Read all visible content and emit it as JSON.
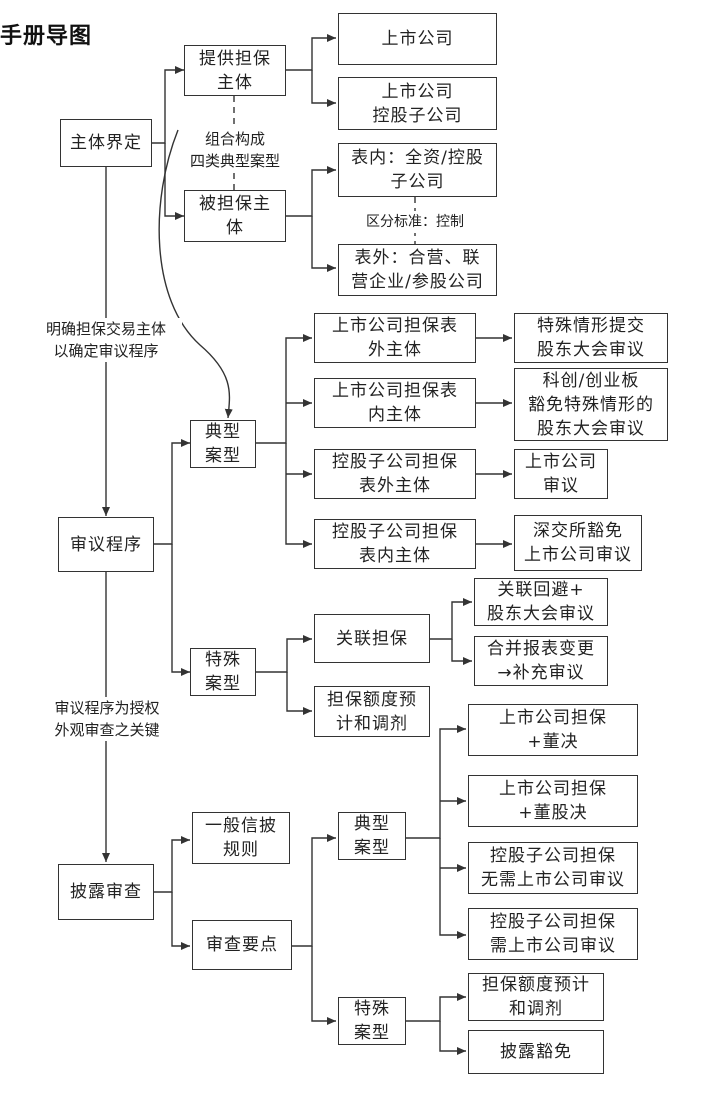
{
  "title": "手册导图",
  "boxes": {
    "zhuti": "主体界定",
    "tigong": "提供担保\n主体",
    "beidanbao": "被担保主\n体",
    "ssgs1": "上市公司",
    "ssgs2": "上市公司\n控股子公司",
    "biaonei": "表内：全资/控股\n子公司",
    "biaowai": "表外：合营、联\n营企业/参股公司",
    "shenyi": "审议程序",
    "dianxing1": "典型\n案型",
    "teshu1": "特殊\n案型",
    "sswai": "上市公司担保表\n外主体",
    "ssnei": "上市公司担保表\n内主体",
    "kgwai": "控股子公司担保\n表外主体",
    "kgnei": "控股子公司担保\n表内主体",
    "r1": "特殊情形提交\n股东大会审议",
    "r2": "科创/创业板\n豁免特殊情形的\n股东大会审议",
    "r3": "上市公司\n审议",
    "r4": "深交所豁免\n上市公司审议",
    "guanlian": "关联担保",
    "edu": "担保额度预\n计和调剂",
    "hy": "关联回避+\n股东大会审议",
    "hb": "合并报表变更\n→补充审议",
    "pilu": "披露审查",
    "yiban": "一般信披\n规则",
    "shencha": "审查要点",
    "dianxing2": "典型\n案型",
    "teshu2": "特殊\n案型",
    "p1": "上市公司担保\n+董决",
    "p2": "上市公司担保\n+董股决",
    "p3": "控股子公司担保\n无需上市公司审议",
    "p4": "控股子公司担保\n需上市公司审议",
    "p5": "担保额度预计\n和调剂",
    "p6": "披露豁免"
  },
  "labels": {
    "zuhe": "组合构成\n四类典型案型",
    "qufen": "区分标准：控制",
    "mingque": "明确担保交易主体\n以确定审议程序",
    "guanjian": "审议程序为授权\n外观审查之关键"
  }
}
